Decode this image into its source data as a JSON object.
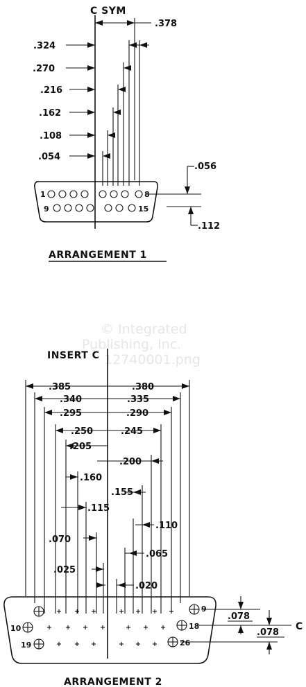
{
  "arrangement1": {
    "sym_label": "C SYM",
    "label": "ARRANGEMENT 1",
    "pitch_dims": [
      ".054",
      ".108",
      ".162",
      ".216",
      ".270",
      ".324"
    ],
    "overall_dim": ".378",
    "row_spacing_dim": ".056",
    "row_offset_dim": ".112",
    "pins": {
      "row1_first": "1",
      "row1_last": "8",
      "row2_first": "9",
      "row2_last": "15"
    }
  },
  "arrangement2": {
    "insert_label": "INSERT C",
    "label": "ARRANGEMENT 2",
    "left_dims": [
      ".385",
      ".340",
      ".295",
      ".250",
      ".205",
      ".160",
      ".115",
      ".070",
      ".025"
    ],
    "right_dims": [
      ".380",
      ".335",
      ".290",
      ".245",
      ".200",
      ".155",
      ".110",
      ".065",
      ".020"
    ],
    "row_spacing_dims": [
      ".078",
      ".078"
    ],
    "centerline_mark": "C",
    "pins": {
      "row1_last": "9",
      "row2_first": "10",
      "row2_last": "18",
      "row3_first": "19",
      "row3_last": "26"
    }
  },
  "watermark": {
    "line1": "© Integrated",
    "line2": "Publishing, Inc.",
    "line3": "12740001.png"
  }
}
